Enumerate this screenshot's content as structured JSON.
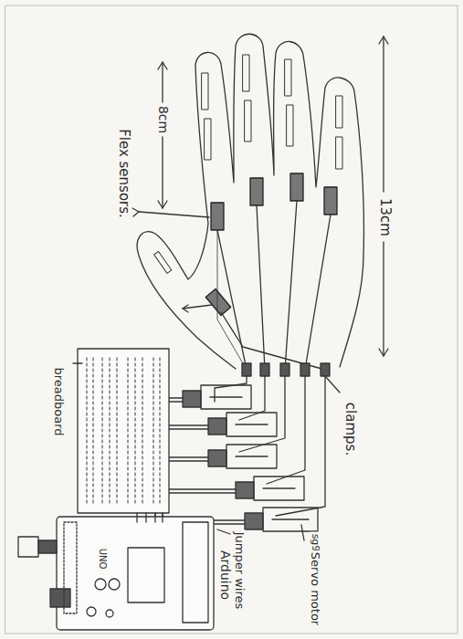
{
  "diagram": {
    "labels": [
      "8cm",
      "13cm",
      "Flex sensors.",
      "clamps.",
      "breadboard",
      "Jumper wires",
      "sg90",
      "Servo motor",
      "Arduino",
      "UNO"
    ]
  }
}
